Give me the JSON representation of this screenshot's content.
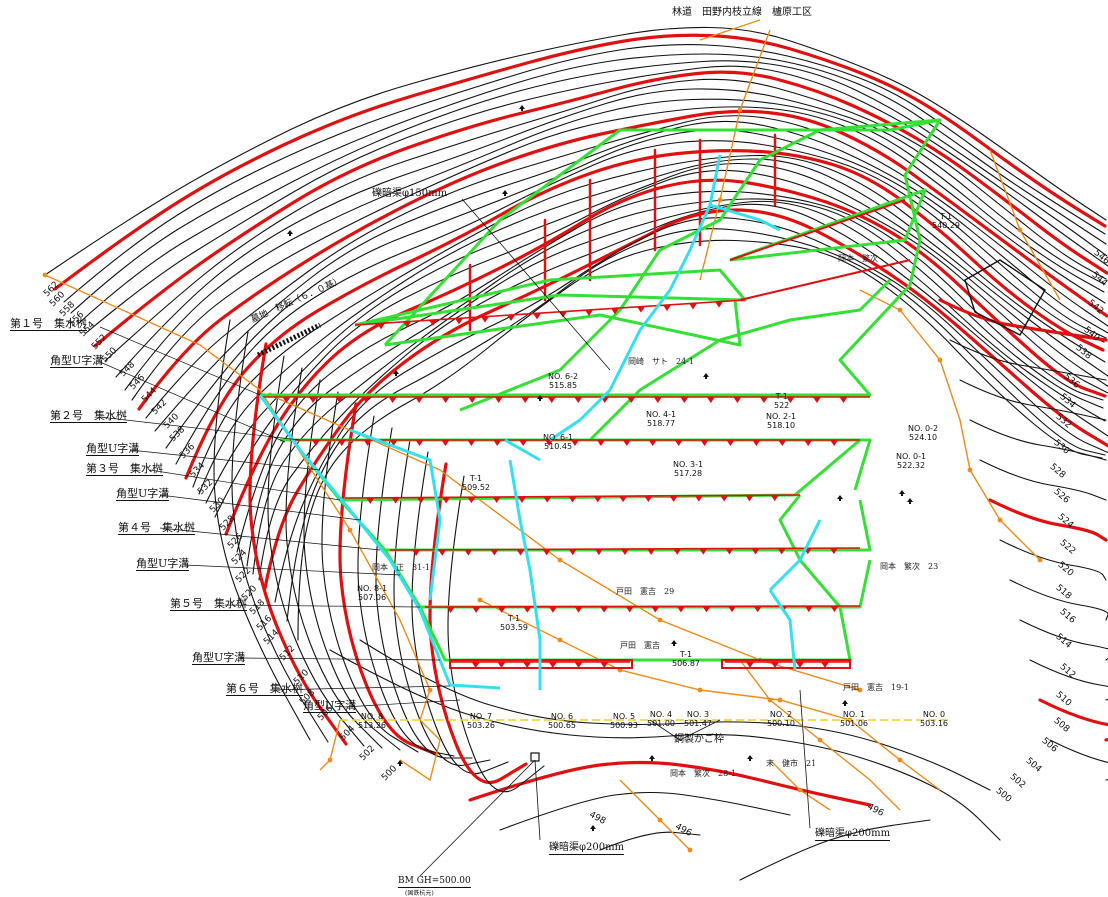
{
  "title": "林道　田野内枝立線　櫨原工区",
  "colors": {
    "contour": "#111111",
    "index_contour": "#e01010",
    "drain_frame": "#33e033",
    "culvert": "#33e0f0",
    "survey": "#f08a18",
    "centerline": "#f0d21e"
  },
  "left_labels": [
    "第１号　集水桝",
    "角型U字溝",
    "第２号　集水桝",
    "角型U字溝",
    "第３号　集水桝",
    "角型U字溝",
    "第４号　集水桝",
    "角型U字溝",
    "第５号　集水桝",
    "角型U字溝",
    "第６号　集水桝",
    "角型U字溝"
  ],
  "callouts": {
    "drain150": "礫暗渠φ150mm",
    "cemetery": "墓地　移転（６．０基）",
    "drain200_a": "礫暗渠φ200mm",
    "drain200_b": "礫暗渠φ200mm",
    "steel_basket": "鋼製かご枠",
    "bm": "BM GH=500.00",
    "bm_sub": "(国鉄杭元)"
  },
  "elev_left": [
    "562",
    "560",
    "558",
    "556",
    "554",
    "552",
    "550",
    "548",
    "546",
    "544",
    "542",
    "540",
    "538",
    "536",
    "534",
    "532",
    "530",
    "528",
    "526",
    "524",
    "522",
    "520",
    "518",
    "516",
    "514",
    "512",
    "510",
    "508",
    "506",
    "504",
    "502",
    "500"
  ],
  "elev_right": [
    "546",
    "544",
    "542",
    "540",
    "538",
    "536",
    "534",
    "532",
    "530",
    "528",
    "526",
    "524",
    "522",
    "520",
    "518",
    "516",
    "514",
    "512",
    "510",
    "508",
    "506",
    "504",
    "502",
    "500"
  ],
  "elev_bottom": [
    "498",
    "496",
    "496"
  ],
  "stations": [
    {
      "name": "NO. 6-2",
      "elev": "515.85"
    },
    {
      "name": "NO. 6-1",
      "elev": "510.45"
    },
    {
      "name": "NO. 4-1",
      "elev": "518.77"
    },
    {
      "name": "NO. 2-1",
      "elev": "518.10"
    },
    {
      "name": "NO. 3-1",
      "elev": "517.28"
    },
    {
      "name": "NO. 0-2",
      "elev": "524.10"
    },
    {
      "name": "NO. 0-1",
      "elev": "522.32"
    },
    {
      "name": "T-1",
      "elev": "509.52"
    },
    {
      "name": "NO. 8-1",
      "elev": "507.06"
    },
    {
      "name": "T-1",
      "elev": "506.87"
    },
    {
      "name": "NO. 8",
      "elev": "513.26"
    },
    {
      "name": "NO. 7",
      "elev": "503.26"
    },
    {
      "name": "NO. 6",
      "elev": "500.65"
    },
    {
      "name": "NO. 5",
      "elev": "500.93"
    },
    {
      "name": "NO. 4",
      "elev": "501.00"
    },
    {
      "name": "NO. 3",
      "elev": "501.47"
    },
    {
      "name": "NO. 2",
      "elev": "500.10"
    },
    {
      "name": "NO. 1",
      "elev": "501.06"
    },
    {
      "name": "NO. 0",
      "elev": "503.16"
    },
    {
      "name": "T-1",
      "elev": "522"
    },
    {
      "name": "T-1",
      "elev": "503.59"
    },
    {
      "name": "T-1",
      "elev": "540.29"
    }
  ],
  "owners": [
    "岡崎　サト　24-1",
    "岡本　繁次",
    "岡本　正　31-1",
    "戸田　憲吉　29",
    "戸田　憲吉",
    "岡本　繁次　23",
    "戸田　憲吉　19-1",
    "岡本　繁次　28-1",
    "末　健市　21"
  ]
}
